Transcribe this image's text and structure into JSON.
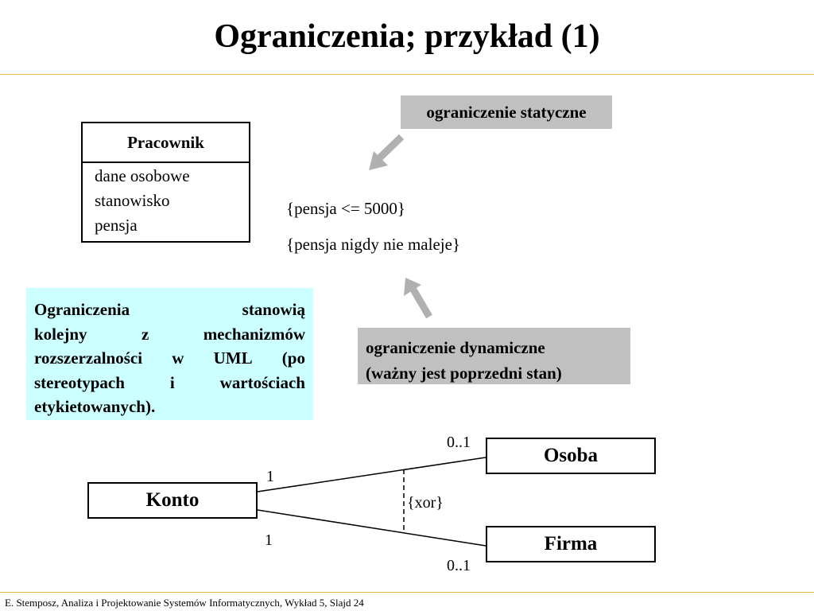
{
  "title": "Ograniczenia; przykład (1)",
  "class_box": {
    "name": "Pracownik",
    "attributes": [
      "dane osobowe",
      "stanowisko",
      "pensja"
    ]
  },
  "notes": {
    "static": "ograniczenie statyczne",
    "dynamic_lines": [
      "ograniczenie dynamiczne",
      "(ważny jest poprzedni  stan)"
    ]
  },
  "constraints": [
    "{pensja <= 5000}",
    "{pensja nigdy nie maleje}"
  ],
  "info_box": {
    "lines": [
      [
        "Ograniczenia",
        "stanowią"
      ],
      [
        "kolejny",
        "z",
        "mechanizmów"
      ],
      [
        "rozszerzalności",
        "w",
        "UML",
        "(po"
      ],
      [
        "stereotypach",
        "i",
        "wartościach"
      ],
      [
        "etykietowanych)."
      ]
    ]
  },
  "association": {
    "konto": "Konto",
    "osoba": "Osoba",
    "firma": "Firma",
    "mult_konto_top": "1",
    "mult_konto_bottom": "1",
    "mult_osoba": "0..1",
    "mult_firma": "0..1",
    "xor": "{xor}"
  },
  "footer": "E. Stemposz, Analiza i Projektowanie Systemów Informatycznych, Wykład 5, Slajd 24",
  "colors": {
    "rule": "#e8b84a",
    "note_bg": "#c0c0c0",
    "info_bg": "#ccffff",
    "arrow": "#b0b0b0"
  }
}
